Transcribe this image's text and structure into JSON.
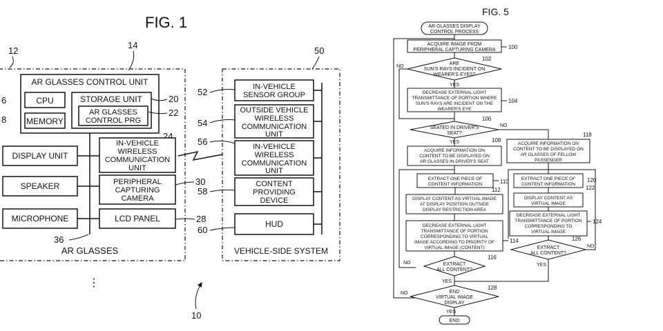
{
  "fig1": {
    "title": "FIG. 1",
    "ref_12": "12",
    "ref_14": "14",
    "control_unit": "AR GLASSES CONTROL UNIT",
    "ref_16": "6",
    "cpu": "CPU",
    "storage": "STORAGE UNIT",
    "ref_20": "20",
    "prg_line1": "AR GLASSES",
    "prg_line2": "CONTROL PRG",
    "ref_22": "22",
    "ref_18": "8",
    "memory": "MEMORY",
    "ref_24": "24",
    "display_unit": "DISPLAY UNIT",
    "invw_line1": "IN-VEHICLE",
    "invw_line2": "WIRELESS",
    "invw_line3": "COMMUNICATION",
    "invw_line4": "UNIT",
    "speaker": "SPEAKER",
    "periph_line1": "PERIPHERAL",
    "periph_line2": "CAPTURING",
    "periph_line3": "CAMERA",
    "ref_30": "30",
    "microphone": "MICROPHONE",
    "lcd": "LCD PANEL",
    "ref_28": "28",
    "ref_36": "36",
    "ar_glasses": "AR GLASSES",
    "dots": "⋮",
    "ref_10": "10",
    "ref_50": "50",
    "ref_52": "52",
    "sensor_line1": "IN-VEHICLE",
    "sensor_line2": "SENSOR GROUP",
    "ref_54": "54",
    "outside_line1": "OUTSIDE VEHICLE",
    "outside_line2": "WIRELESS",
    "outside_line3": "COMMUNICATION",
    "outside_line4": "UNIT",
    "ref_56": "56",
    "vw_line1": "IN-VEHICLE",
    "vw_line2": "WIRELESS",
    "vw_line3": "COMMUNICATION",
    "vw_line4": "UNIT",
    "ref_58": "58",
    "content_line1": "CONTENT",
    "content_line2": "PROVIDING",
    "content_line3": "DEVICE",
    "ref_60": "60",
    "hud": "HUD",
    "vehicle_system": "VEHICLE-SIDE SYSTEM"
  },
  "fig5": {
    "title": "FIG. 5",
    "start_line1": "AR GLASSES DISPLAY",
    "start_line2": "CONTROL PROCESS",
    "s100_line1": "ACQUIRE IMAGE FROM",
    "s100_line2": "PERIPHERAL CAPTURING CAMERA",
    "ref_100": "100",
    "ref_102": "102",
    "d102_line1": "ARE",
    "d102_line2": "SUN'S RAYS INCIDENT ON",
    "d102_line3": "WEARER'S EYES?",
    "no_1": "NO",
    "yes_1": "YES",
    "s104_line1": "DECREASE EXTERNAL LIGHT",
    "s104_line2": "TRANSMITTANCE OF PORTION WHERE",
    "s104_line3": "SUN'S RAYS ARE INCIDENT ON THE",
    "s104_line4": "WEARER'S EYE",
    "ref_104": "104",
    "ref_106": "106",
    "d106_line1": "SEATED IN DRIVER'S",
    "d106_line2": "SEAT?",
    "no_2": "NO",
    "yes_2": "YES",
    "ref_108": "108",
    "s108_line1": "ACQUIRE INFORMATION ON",
    "s108_line2": "CONTENT TO BE DISPLAYED ON",
    "s108_line3": "AR GLASSES IN DRIVER'S SEAT",
    "ref_118": "118",
    "s118_line1": "ACQUIRE INFORMATION ON",
    "s118_line2": "CONTENT TO BE DISPLAYED ON",
    "s118_line3": "AR GLASSES OF FELLOW",
    "s118_line4": "PASSENGER",
    "s110_line1": "EXTRACT ONE PIECE OF",
    "s110_line2": "CONTENT INFORMATION",
    "ref_110": "110",
    "ref_112": "112",
    "s112_line1": "DISPLAY CONTENT AS VIRTUAL IMAGE",
    "s112_line2": "AT DISPLAY POSITION OUTSIDE",
    "s112_line3": "DISPLAY RESTRICTION AREA",
    "s114_line1": "DECREASE EXTERNAL LIGHT",
    "s114_line2": "TRANSMITTANCE OF PORTION",
    "s114_line3": "CORRESPONDING TO VIRTUAL",
    "s114_line4": "IMAGE ACCORDING TO PRIORITY OF",
    "s114_line5": "VIRTUAL IMAGE (CONTENT)",
    "ref_114": "114",
    "s120_line1": "EXTRACT ONE PIECE OF",
    "s120_line2": "CONTENT INFORMATION",
    "ref_120": "120",
    "ref_122": "122",
    "s122_line1": "DISPLAY CONTENT AS",
    "s122_line2": "VIRTUAL IMAGE",
    "s124_line1": "DECREASE EXTERNAL LIGHT",
    "s124_line2": "TRANSMITTANCE OF PORTION",
    "s124_line3": "CORRESPONDING TO",
    "s124_line4": "VIRTUAL IMAGE",
    "ref_124": "124",
    "ref_126": "126",
    "d126_line1": "EXTRACT",
    "d126_line2": "ALL CONTENT?",
    "no_3": "NO",
    "yes_3": "YES",
    "ref_116": "116",
    "d116_line1": "EXTRACT",
    "d116_line2": "ALL CONTENT?",
    "no_4": "NO",
    "yes_4": "YES",
    "ref_128": "128",
    "d128_line1": "END",
    "d128_line2": "VIRTUAL IMAGE",
    "d128_line3": "DISPLAY",
    "no_5": "NO",
    "yes_5": "YES",
    "end": "END"
  }
}
